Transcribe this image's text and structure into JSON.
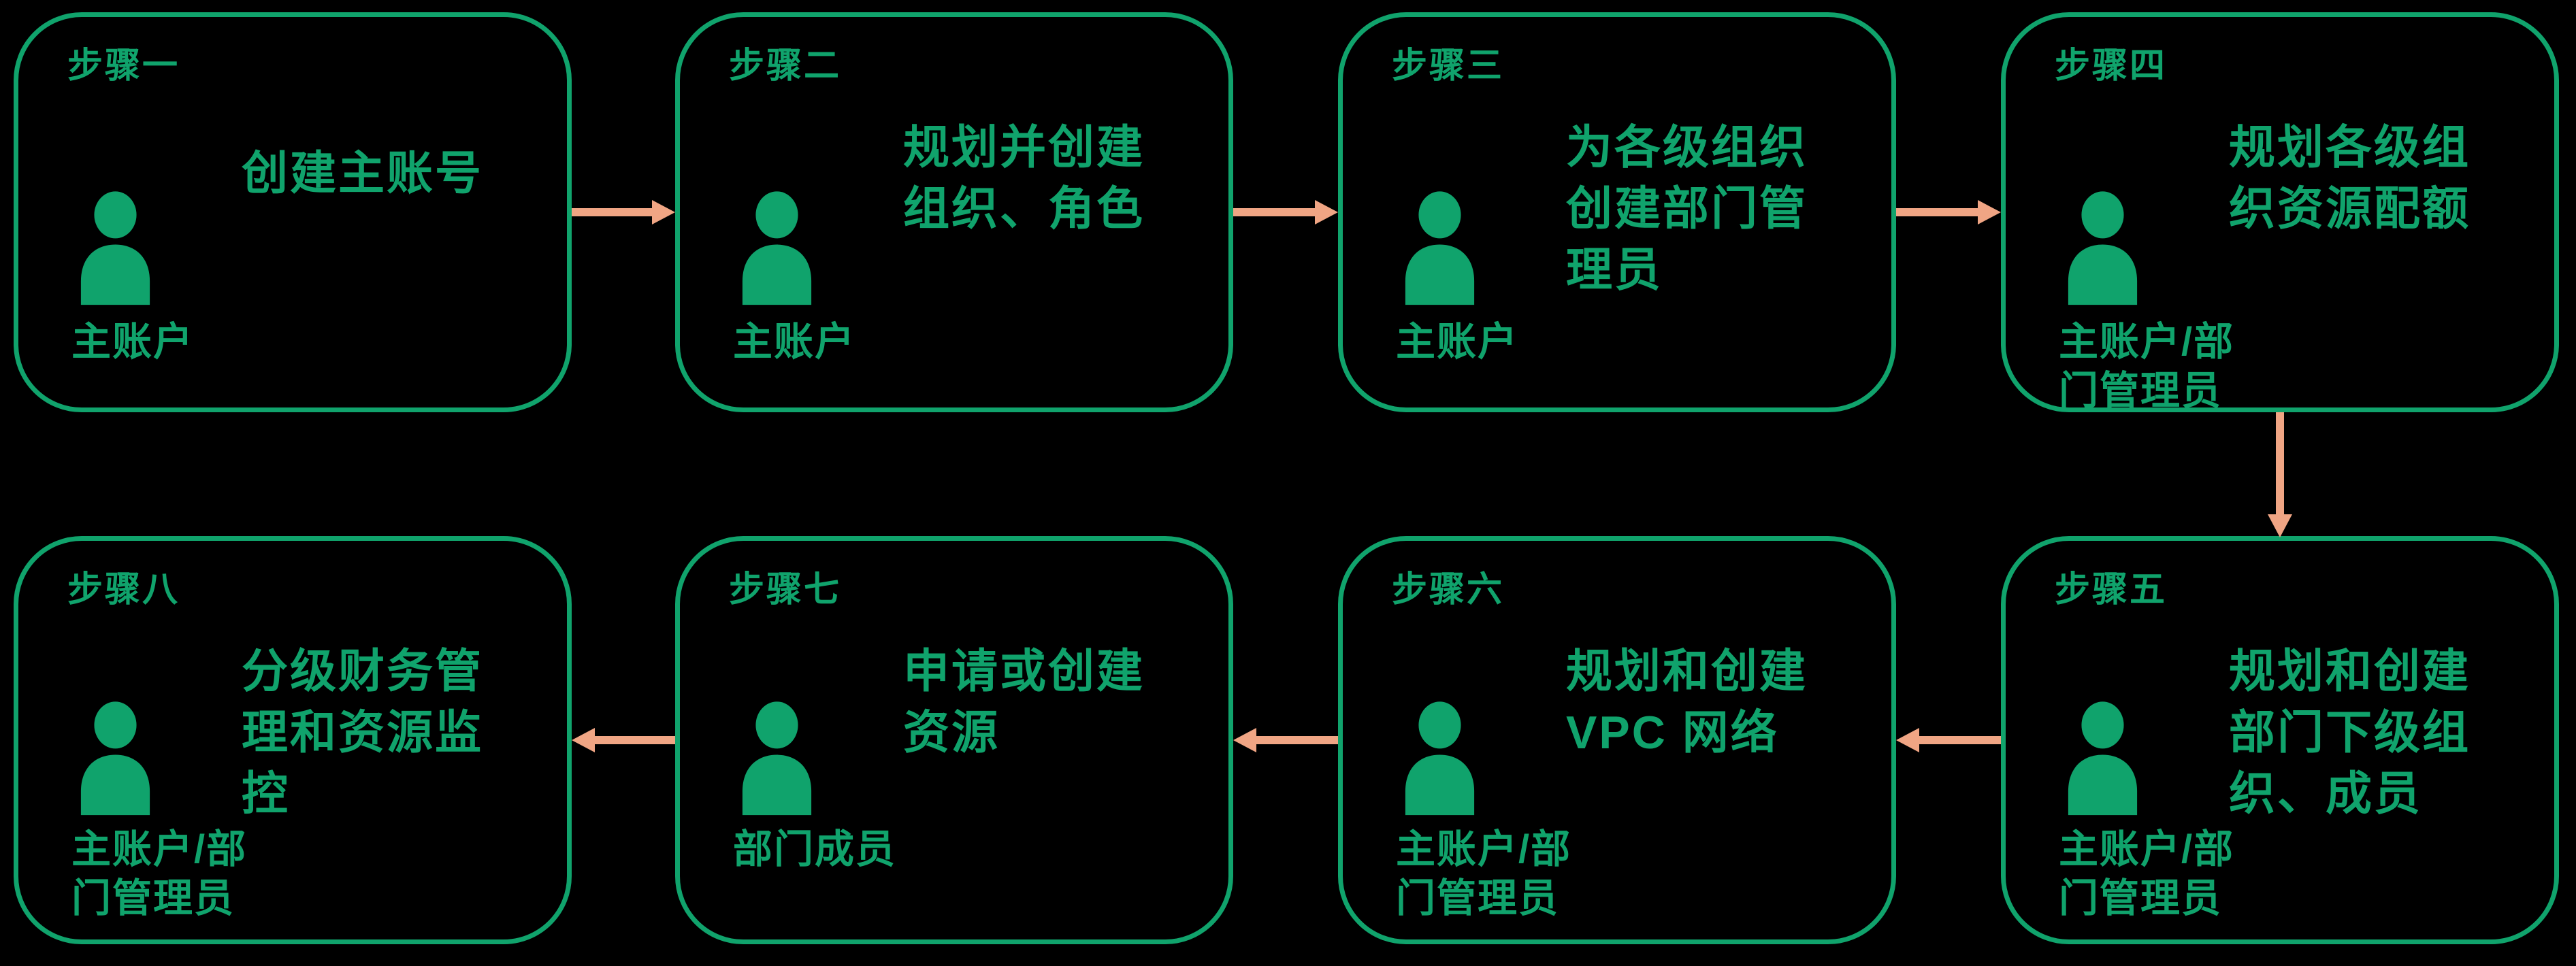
{
  "diagram": {
    "type": "flow-diagram",
    "background_color": "#000000",
    "box_border_color": "#10A36C",
    "text_color": "#10A36C",
    "icon_color": "#10A36C",
    "arrow_color": "#F0A584",
    "icon": "person-icon",
    "steps": [
      {
        "step_label": "步骤一",
        "title": "创建主账号",
        "role": "主账户"
      },
      {
        "step_label": "步骤二",
        "title": "规划并创建\n组织、角色",
        "role": "主账户"
      },
      {
        "step_label": "步骤三",
        "title": "为各级组织\n创建部门管\n理员",
        "role": "主账户"
      },
      {
        "step_label": "步骤四",
        "title": "规划各级组\n织资源配额",
        "role": "主账户/部\n门管理员"
      },
      {
        "step_label": "步骤五",
        "title": "规划和创建\n部门下级组\n织、成员",
        "role": "主账户/部\n门管理员"
      },
      {
        "step_label": "步骤六",
        "title": "规划和创建\nVPC 网络",
        "role": "主账户/部\n门管理员"
      },
      {
        "step_label": "步骤七",
        "title": "申请或创建\n资源",
        "role": "部门成员"
      },
      {
        "step_label": "步骤八",
        "title": "分级财务管\n理和资源监\n控",
        "role": "主账户/部\n门管理员"
      }
    ],
    "arrows": [
      {
        "from": "步骤一",
        "to": "步骤二",
        "direction": "right"
      },
      {
        "from": "步骤二",
        "to": "步骤三",
        "direction": "right"
      },
      {
        "from": "步骤三",
        "to": "步骤四",
        "direction": "right"
      },
      {
        "from": "步骤四",
        "to": "步骤五",
        "direction": "down"
      },
      {
        "from": "步骤五",
        "to": "步骤六",
        "direction": "left"
      },
      {
        "from": "步骤六",
        "to": "步骤七",
        "direction": "left"
      },
      {
        "from": "步骤七",
        "to": "步骤八",
        "direction": "left"
      }
    ]
  }
}
